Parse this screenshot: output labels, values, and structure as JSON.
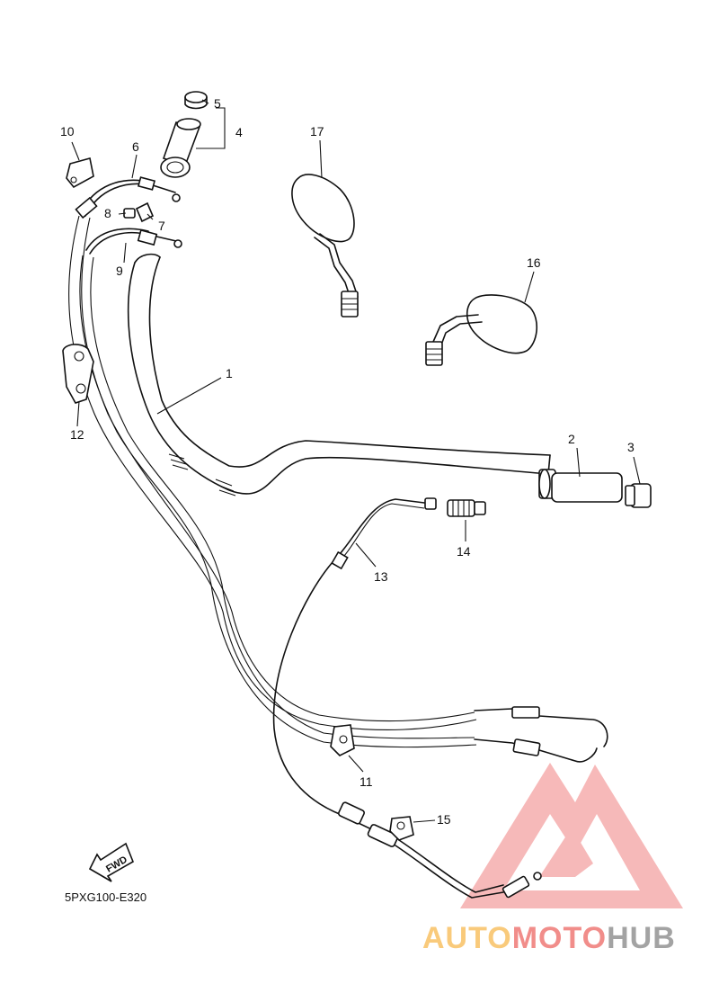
{
  "diagram": {
    "code": "5PXG100-E320",
    "fwd_label": "FWD",
    "callouts": [
      {
        "id": "1",
        "label": "1"
      },
      {
        "id": "2",
        "label": "2"
      },
      {
        "id": "3",
        "label": "3"
      },
      {
        "id": "4",
        "label": "4"
      },
      {
        "id": "5",
        "label": "5"
      },
      {
        "id": "6",
        "label": "6"
      },
      {
        "id": "7",
        "label": "7"
      },
      {
        "id": "8",
        "label": "8"
      },
      {
        "id": "9",
        "label": "9"
      },
      {
        "id": "10",
        "label": "10"
      },
      {
        "id": "11",
        "label": "11"
      },
      {
        "id": "12",
        "label": "12"
      },
      {
        "id": "13",
        "label": "13"
      },
      {
        "id": "14",
        "label": "14"
      },
      {
        "id": "15",
        "label": "15"
      },
      {
        "id": "16",
        "label": "16"
      },
      {
        "id": "17",
        "label": "17"
      }
    ]
  },
  "watermark": {
    "part1": "AUTO",
    "part2": "MOTO",
    "part3": "HUB",
    "color_orange": "#f5a623",
    "color_red": "#e8413c",
    "color_gray": "#8c8c8c"
  }
}
